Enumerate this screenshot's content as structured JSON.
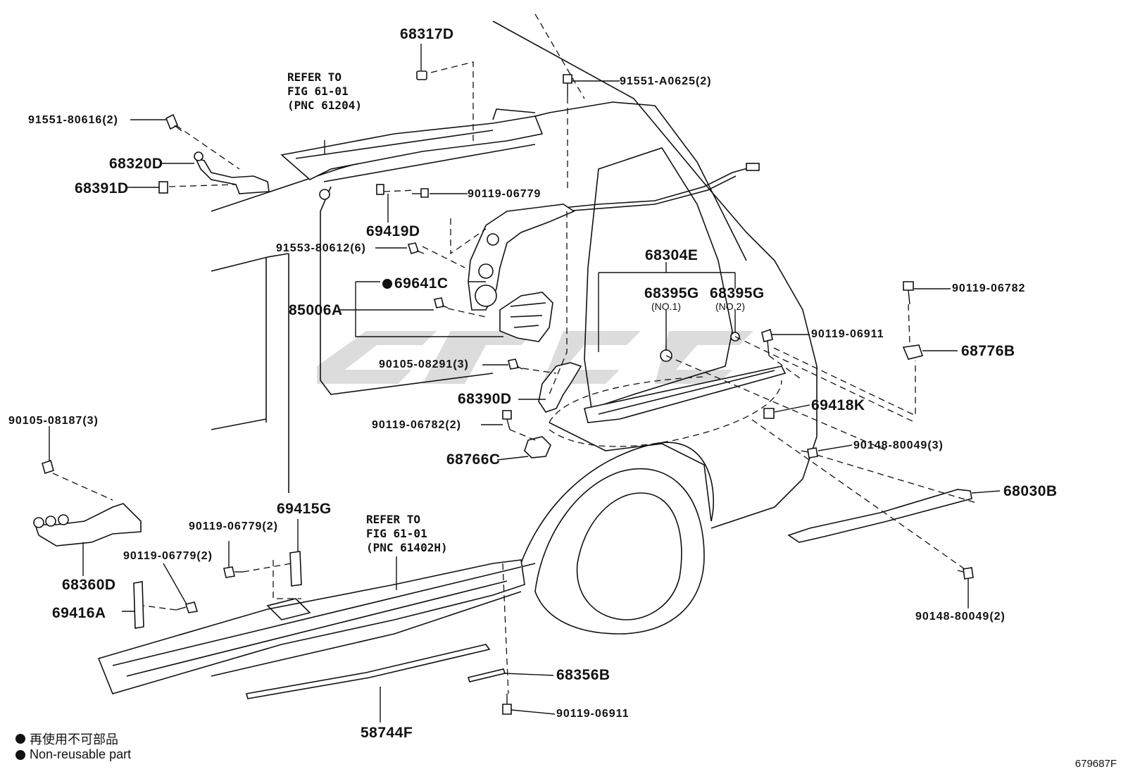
{
  "diagram": {
    "labels": {
      "p68317D": "68317D",
      "p91551_A0625": "91551-A0625(2)",
      "p91551_80616": "91551-80616(2)",
      "p68320D": "68320D",
      "p68391D": "68391D",
      "p90119_06779": "90119-06779",
      "p69419D": "69419D",
      "p91553_80612": "91553-80612(6)",
      "p69641C": "69641C",
      "p85006A": "85006A",
      "p68304E": "68304E",
      "p68395G_1": "68395G",
      "p68395G_1_note": "(NO.1)",
      "p68395G_2": "68395G",
      "p68395G_2_note": "(NO.2)",
      "p90119_06782": "90119-06782",
      "p90119_06911_a": "90119-06911",
      "p68776B": "68776B",
      "p90105_08291": "90105-08291(3)",
      "p68390D": "68390D",
      "p69418K": "69418K",
      "p90119_06782_2": "90119-06782(2)",
      "p90148_80049_3": "90148-80049(3)",
      "p68766C": "68766C",
      "p68030B": "68030B",
      "p90105_08187": "90105-08187(3)",
      "p69415G": "69415G",
      "p90119_06779_2a": "90119-06779(2)",
      "p90119_06779_2b": "90119-06779(2)",
      "p68360D": "68360D",
      "p69416A": "69416A",
      "p90148_80049_2": "90148-80049(2)",
      "p68356B": "68356B",
      "p90119_06911_b": "90119-06911",
      "p58744F": "58744F"
    },
    "refer_top": [
      "REFER TO",
      "FIG 61-01",
      "(PNC 61204)"
    ],
    "refer_bottom": [
      "REFER TO",
      "FIG 61-01",
      "(PNC 61402H)"
    ]
  },
  "legend": {
    "jp": "再使用不可部品",
    "en": "Non-reusable part"
  },
  "figure_number": "679687F"
}
